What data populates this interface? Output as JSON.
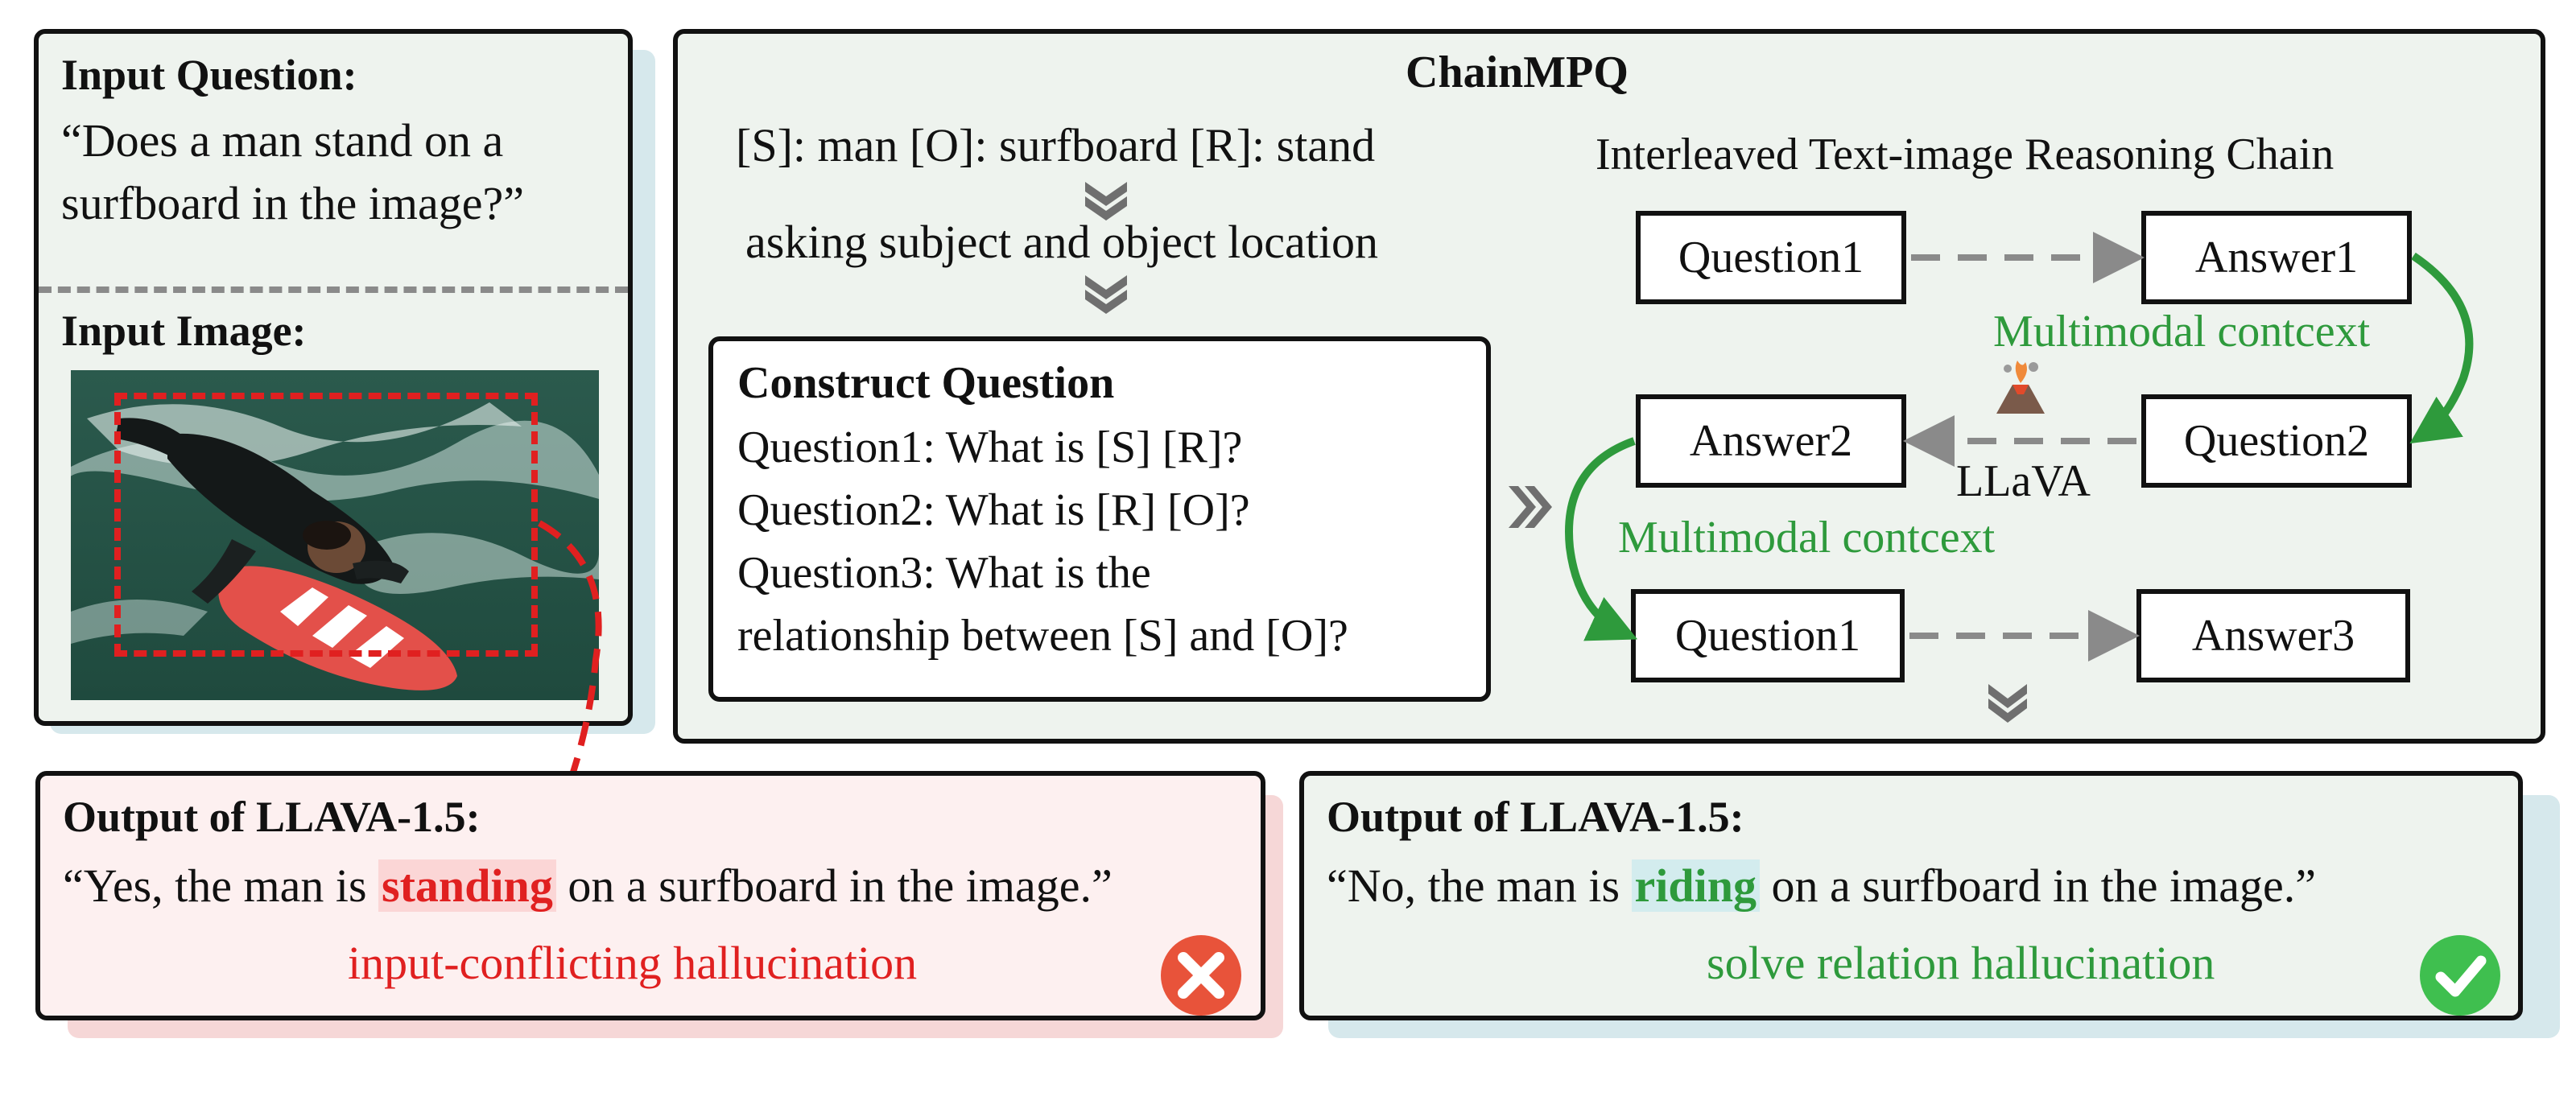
{
  "input_panel": {
    "question_title": "Input Question:",
    "question_line1": "“Does a man stand on a",
    "question_line2": "surfboard in the image?”",
    "image_title": "Input Image:"
  },
  "chain_panel": {
    "title": "ChainMPQ",
    "triple": "[S]: man [O]: surfboard [R]: stand",
    "asking": "asking  subject and object location",
    "construct": {
      "title": "Construct Question",
      "lines": [
        "Question1: What is [S] [R]?",
        "Question2: What is [R] [O]?",
        "Question3: What is the",
        "relationship between [S] and [O]?"
      ]
    },
    "reasoning": {
      "title": "Interleaved Text-image Reasoning Chain",
      "nodes": {
        "q1_top": "Question1",
        "a1": "Answer1",
        "a2": "Answer2",
        "q2": "Question2",
        "q1_bottom": "Question1",
        "a3": "Answer3"
      },
      "context_label_top": "Multimodal contcext",
      "context_label_bottom": "Multimodal contcext",
      "model_label": "LLaVA"
    }
  },
  "output_left": {
    "title": "Output of LLAVA-1.5:",
    "prefix": "“Yes, the man is ",
    "highlight": "standing",
    "suffix": " on a surfboard in the image.”",
    "verdict": "input-conflicting hallucination"
  },
  "output_right": {
    "title": "Output of LLAVA-1.5:",
    "prefix": "“No, the man is ",
    "highlight": "riding",
    "suffix": " on a surfboard in the image.”",
    "verdict": "solve relation hallucination"
  },
  "colors": {
    "green": "#2e9a3c",
    "red": "#e02020",
    "gray_arrow": "#8a8a8a",
    "panel_bg": "#eef3ee",
    "wrong_bg": "#fdf0f0"
  },
  "icons": {
    "wrong": "cross-circle-icon",
    "right": "check-circle-icon",
    "model": "volcano-icon"
  }
}
